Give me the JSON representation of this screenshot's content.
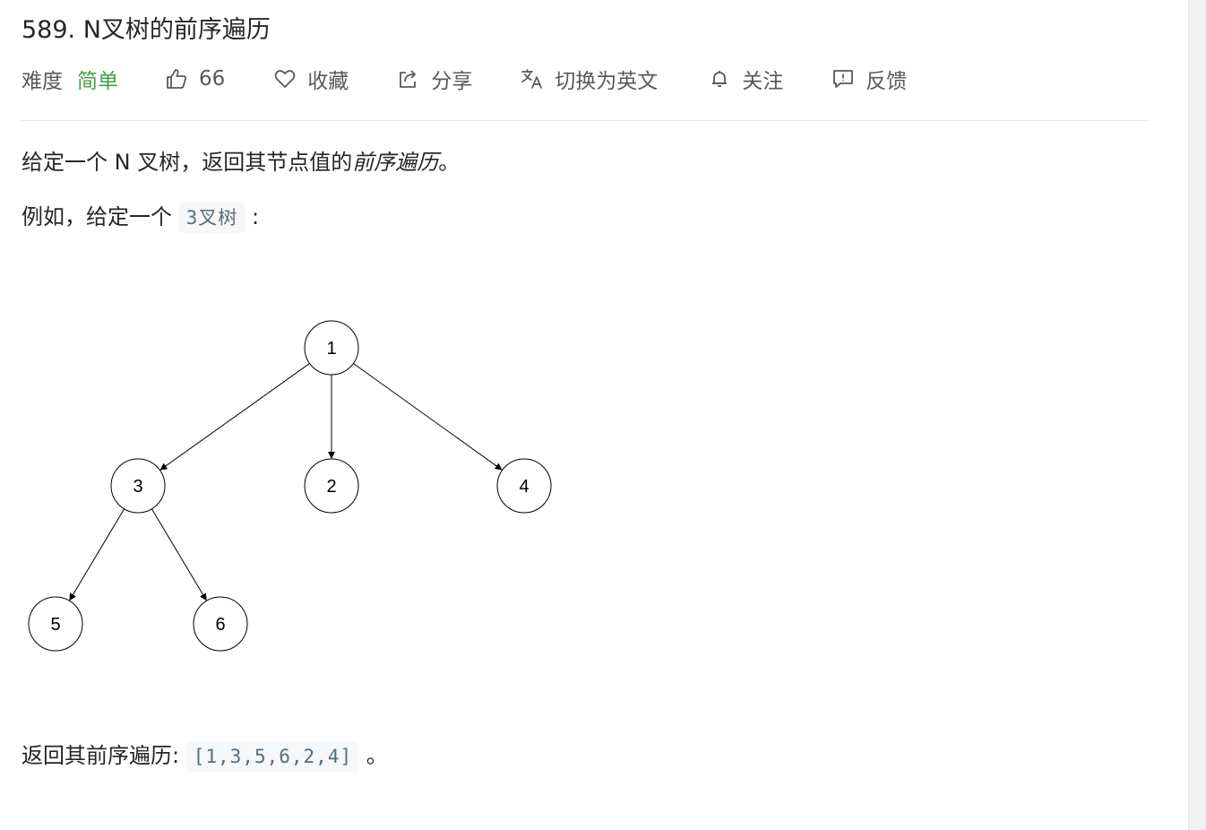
{
  "problem": {
    "title": "589. N叉树的前序遍历"
  },
  "meta": {
    "difficulty_label": "难度",
    "difficulty_value": "简单",
    "likes": "66",
    "favorite": "收藏",
    "share": "分享",
    "switch_lang": "切换为英文",
    "follow": "关注",
    "feedback": "反馈",
    "icons": [
      "thumbs-up-icon",
      "heart-icon",
      "share-icon",
      "translate-icon",
      "bell-icon",
      "feedback-icon"
    ],
    "colors": {
      "easy": "#43a047"
    }
  },
  "description": {
    "line1_prefix": "给定一个 N 叉树，返回其节点值的",
    "line1_emphasis": "前序遍历",
    "line1_suffix": "。",
    "line2_prefix": "例如，给定一个",
    "line2_code": "3叉树",
    "line2_suffix": ":",
    "result_prefix": "返回其前序遍历:",
    "result_code": "[1,3,5,6,2,4]",
    "result_suffix": "。"
  },
  "tree": {
    "nodes": [
      {
        "id": "1",
        "label": "1"
      },
      {
        "id": "3",
        "label": "3"
      },
      {
        "id": "2",
        "label": "2"
      },
      {
        "id": "4",
        "label": "4"
      },
      {
        "id": "5",
        "label": "5"
      },
      {
        "id": "6",
        "label": "6"
      }
    ],
    "edges": [
      {
        "from": "1",
        "to": "3"
      },
      {
        "from": "1",
        "to": "2"
      },
      {
        "from": "1",
        "to": "4"
      },
      {
        "from": "3",
        "to": "5"
      },
      {
        "from": "3",
        "to": "6"
      }
    ]
  }
}
